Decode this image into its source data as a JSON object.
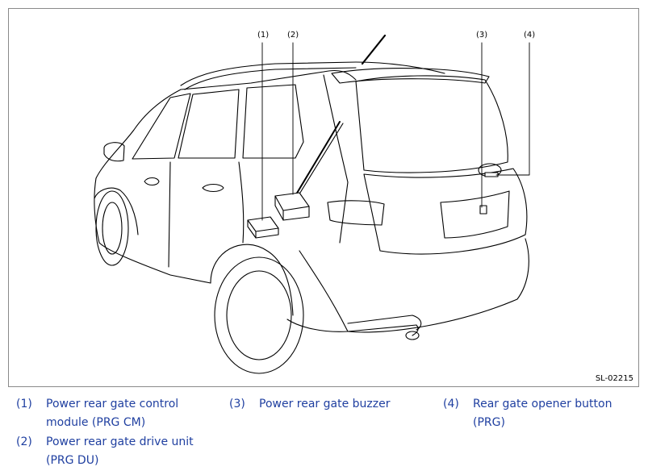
{
  "figure": {
    "id_label": "SL-02215",
    "callouts": [
      "(1)",
      "(2)",
      "(3)",
      "(4)"
    ]
  },
  "legend": [
    {
      "num": "(1)",
      "line1": "Power rear gate control",
      "line2": "module (PRG CM)"
    },
    {
      "num": "(2)",
      "line1": "Power rear gate drive unit",
      "line2": "(PRG DU)"
    },
    {
      "num": "(3)",
      "line1": "Power rear gate buzzer",
      "line2": ""
    },
    {
      "num": "(4)",
      "line1": "Rear gate opener button",
      "line2": "(PRG)"
    }
  ],
  "colors": {
    "legend_text": "#1f3fa0",
    "frame": "#8a8a8a",
    "line": "#000000"
  }
}
